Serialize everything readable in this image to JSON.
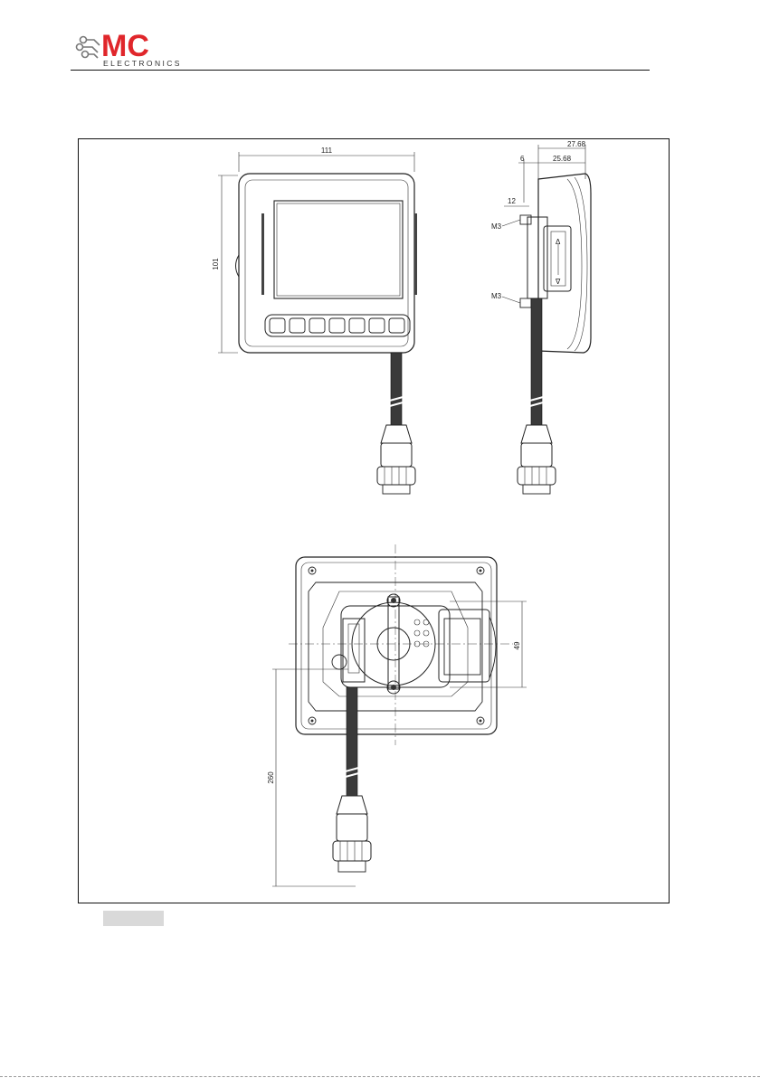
{
  "header": {
    "logo": {
      "text_main": "MC",
      "text_sub": "ELECTRONICS",
      "brand_color": "#e0262b",
      "icon": "circuit-logo-icon"
    }
  },
  "drawing": {
    "front_view": {
      "width_label": "111",
      "height_label": "101"
    },
    "side_view": {
      "depth_total": "27.68",
      "depth_body": "25.68",
      "offset_6": "6",
      "offset_12": "12",
      "thread_top": "M3",
      "thread_bottom": "M3"
    },
    "rear_view": {
      "mount_height": "49",
      "cable_length": "260"
    }
  },
  "caption": {
    "label": ""
  }
}
